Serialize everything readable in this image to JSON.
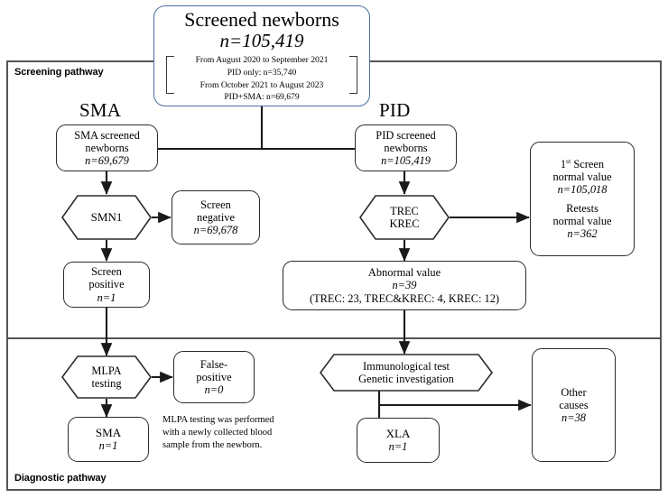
{
  "figure": {
    "type": "flowchart",
    "title": "Newborn screening pathway for SMA and PID"
  },
  "sections": {
    "screening_label": "Screening pathway",
    "diagnostic_label": "Diagnostic pathway"
  },
  "branch_labels": {
    "left": "SMA",
    "right": "PID"
  },
  "top_box": {
    "title": "Screened newborns",
    "n": "n=105,419",
    "detail_lines": [
      "From August 2020 to September 2021",
      "PID only: n=35,740",
      "From October 2021 to August 2023",
      "PID+SMA: n=69,679"
    ]
  },
  "nodes": {
    "sma_screened": {
      "line1": "SMA screened",
      "line2": "newborns",
      "n": "n=69,679"
    },
    "pid_screened": {
      "line1": "PID screened",
      "line2": "newborns",
      "n": "n=105,419"
    },
    "smn1": {
      "label": "SMN1"
    },
    "trec_krec": {
      "line1": "TREC",
      "line2": "KREC"
    },
    "screen_negative": {
      "line1": "Screen",
      "line2": "negative",
      "n": "n=69,678"
    },
    "screen_positive": {
      "line1": "Screen",
      "line2": "positive",
      "n": "n=1"
    },
    "first_screen_normal": {
      "line1a": "1",
      "line1b": "st",
      "line1c": " Screen",
      "line2": "normal value",
      "n1": "n=105,018",
      "line3": "Retests",
      "line4": "normal value",
      "n2": "n=362"
    },
    "abnormal_value": {
      "line1": "Abnormal value",
      "n": "n=39",
      "breakdown": "(TREC: 23, TREC&KREC: 4, KREC: 12)"
    },
    "mlpa_testing": {
      "line1": "MLPA",
      "line2": "testing"
    },
    "false_positive": {
      "line1": "False-",
      "line2": "positive",
      "n": "n=0"
    },
    "sma_result": {
      "line1": "SMA",
      "n": "n=1"
    },
    "immunological": {
      "line1": "Immunological test",
      "line2": "Genetic investigation"
    },
    "xla_result": {
      "line1": "XLA",
      "n": "n=1"
    },
    "other_causes": {
      "line1": "Other",
      "line2": "causes",
      "n": "n=38"
    }
  },
  "note": {
    "line1": "MLPA testing was performed",
    "line2": "with a newly collected blood",
    "line3": "sample from the newborn."
  },
  "colors": {
    "stroke": "#2b2b2b",
    "title_stroke": "#4a6fa5",
    "frame": "#555555",
    "background": "#ffffff"
  }
}
